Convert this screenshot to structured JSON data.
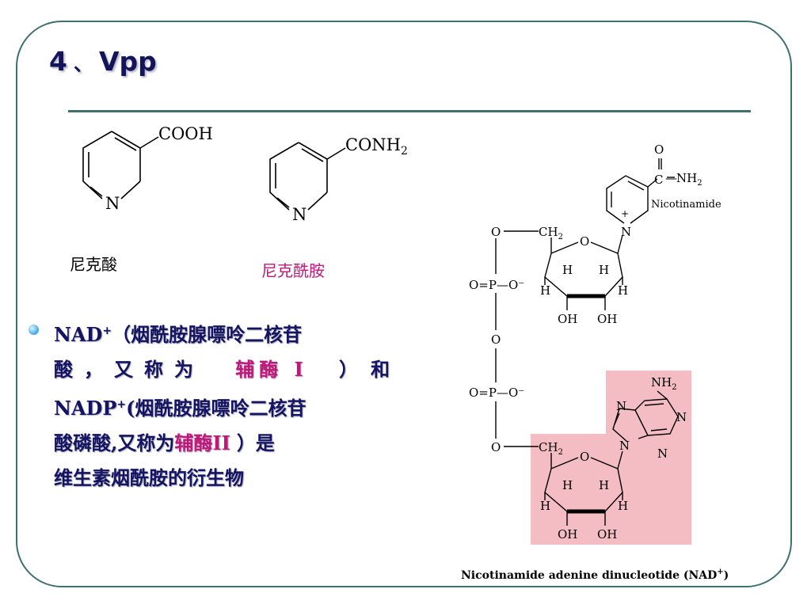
{
  "slide": {
    "title_number": "4",
    "title_sep": "、",
    "title_text": "Vpp"
  },
  "structures": {
    "acid": {
      "group": "COOH",
      "ring_atom": "N",
      "caption": "尼克酸"
    },
    "amide": {
      "group_main": "CONH",
      "group_sub": "2",
      "ring_atom": "N",
      "caption": "尼克酰胺"
    }
  },
  "paragraph": {
    "nad": "NAD",
    "nad_sup": "+",
    "seg1": "（烟酰胺腺嘌呤二核苷",
    "seg2": "酸，又称为",
    "coenzyme1": "辅酶 I",
    "seg3": "）和",
    "nadp": "NADP",
    "nadp_sup": "+",
    "seg4": "(烟酰胺腺嘌呤二核苷",
    "seg5": "酸磷酸,又称为",
    "coenzyme2": "辅酶II",
    "seg6": "）是",
    "seg7": "维生素烟酰胺的衍生物"
  },
  "nad_figure": {
    "caption_main": "Nicotinamide adenine dinucleotide (NAD",
    "caption_sup": "+",
    "caption_end": ")",
    "nicotinamide_label": "Nicotinamide",
    "highlight_color": "#f4bcc3",
    "labels": {
      "O": "O",
      "C": "C",
      "NH2_main": "NH",
      "NH2_sub": "2",
      "N": "N",
      "plus": "+",
      "CH2_main": "CH",
      "CH2_sub": "2",
      "H": "H",
      "OH": "OH",
      "P_group": "O=P—O⁻",
      "dash": "—"
    }
  }
}
